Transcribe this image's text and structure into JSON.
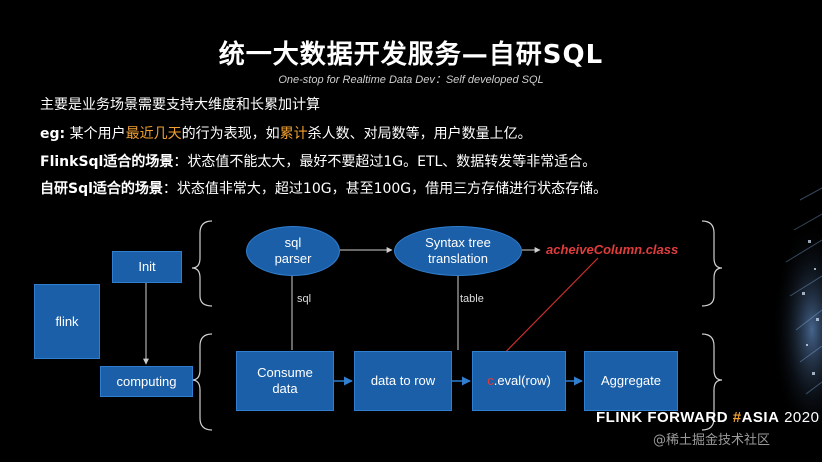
{
  "slide": {
    "title": "统一大数据开发服务—自研SQL",
    "subtitle": "One-stop for Realtime Data Dev：Self developed SQL"
  },
  "text_lines": {
    "line1": "主要是业务场景需要支持大维度和长累加计算",
    "line2_label": "eg:",
    "line2_a": " 某个用户",
    "line2_hl1": "最近几天",
    "line2_b": "的行为表现，如",
    "line2_hl2": "累计",
    "line2_c": "杀人数、对局数等，用户数量上亿。",
    "line3_label": "FlinkSql适合的场景",
    "line3_text": "：状态值不能太大，最好不要超过1G。ETL、数据转发等非常适合。",
    "line4_label": "自研Sql适合的场景",
    "line4_text": "：状态值非常大，超过10G，甚至100G，借用三方存储进行状态存储。"
  },
  "diagram": {
    "flink": "flink",
    "init": "Init",
    "computing": "computing",
    "sql_parser_1": "sql",
    "sql_parser_2": "parser",
    "syntax_1": "Syntax tree",
    "syntax_2": "translation",
    "class_name": "acheiveColumn.class",
    "edge_sql": "sql",
    "edge_table": "table",
    "consume_1": "Consume",
    "consume_2": "data",
    "data_to_row": "data to row",
    "eval_prefix": "c",
    "eval_text": ".eval(row)",
    "aggregate": "Aggregate"
  },
  "brand": {
    "flink": "FLINK FORWARD",
    "hash": "#",
    "asia": "ASIA",
    "year": " 2020"
  },
  "watermark": "@稀土掘金技术社区",
  "colors": {
    "box_fill": "#1b5fa8",
    "box_border": "#2f7ed0",
    "highlight": "#f0a030",
    "class_red": "#e03c3c"
  }
}
